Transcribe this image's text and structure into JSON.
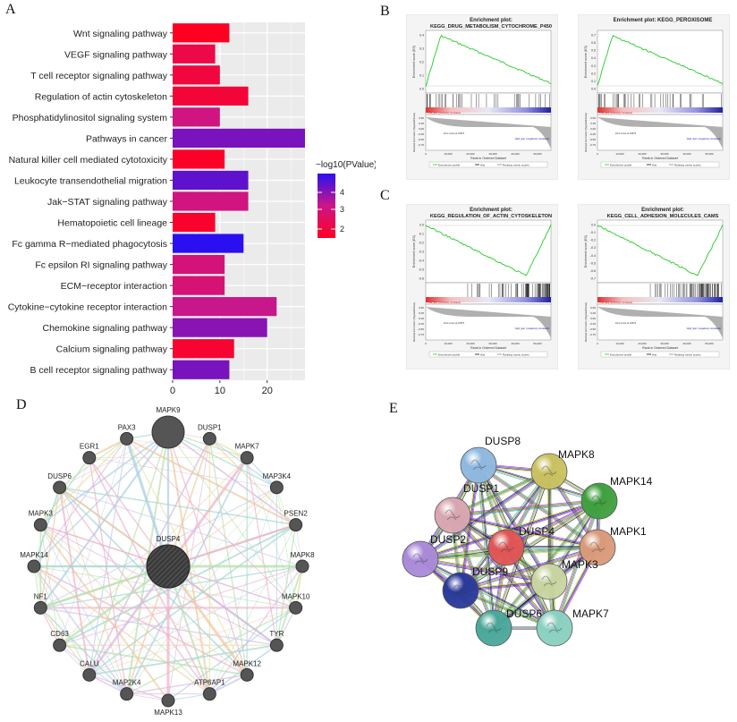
{
  "panel_labels": {
    "A": "A",
    "B": "B",
    "C": "C",
    "D": "D",
    "E": "E"
  },
  "chart_data": [
    {
      "type": "bar",
      "panel": "A",
      "orientation": "horizontal",
      "categories": [
        "Wnt signaling pathway",
        "VEGF signaling pathway",
        "T cell receptor signaling pathway",
        "Regulation of actin cytoskeleton",
        "Phosphatidylinositol signaling system",
        "Pathways in cancer",
        "Natural killer cell mediated cytotoxicity",
        "Leukocyte transendothelial migration",
        "Jak−STAT signaling pathway",
        "Hematopoietic cell lineage",
        "Fc gamma R−mediated phagocytosis",
        "Fc epsilon RI signaling pathway",
        "ECM−receptor interaction",
        "Cytokine−cytokine receptor interaction",
        "Chemokine signaling pathway",
        "Calcium signaling pathway",
        "B cell receptor signaling pathway"
      ],
      "values": [
        12,
        9,
        10,
        16,
        10,
        28,
        11,
        16,
        16,
        9,
        15,
        11,
        11,
        22,
        20,
        13,
        12
      ],
      "color_values": [
        1.5,
        2.2,
        2.0,
        1.9,
        3.2,
        4.3,
        1.6,
        4.6,
        3.2,
        1.7,
        5.2,
        3.1,
        3.0,
        3.4,
        4.1,
        1.8,
        4.3
      ],
      "xticks": [
        "0",
        "10",
        "20"
      ],
      "xlim": [
        0,
        28
      ],
      "legend_title": "−log10(PValue)",
      "legend_ticks": [
        "4",
        "3",
        "2"
      ],
      "color_low": "#ff0000",
      "color_high": "#0000ff",
      "grid": true
    },
    {
      "type": "line",
      "panel": "B",
      "title_line1": "Enrichment plot:",
      "title_line2": "KEGG_DRUG_METABOLISM_CYTOCHROME_P450",
      "es_ticks": [
        "0.4",
        "0.3",
        "0.2",
        "0.1",
        "0.0"
      ],
      "curve": "up"
    },
    {
      "type": "line",
      "panel": "B",
      "title_line1": "Enrichment plot: KEGG_PEROXISOME",
      "title_line2": "",
      "es_ticks": [
        "0.7",
        "0.6",
        "0.5",
        "0.4",
        "0.3",
        "0.2",
        "0.1",
        "0.0"
      ],
      "curve": "up"
    },
    {
      "type": "line",
      "panel": "C",
      "title_line1": "Enrichment plot:",
      "title_line2": "KEGG_REGULATION_OF_ACTIN_CYTOSKELETON",
      "es_ticks": [
        "0.0",
        "-0.1",
        "-0.2",
        "-0.3",
        "-0.4",
        "-0.5",
        "-0.6"
      ],
      "curve": "down"
    },
    {
      "type": "line",
      "panel": "C",
      "title_line1": "Enrichment plot:",
      "title_line2": "KEGG_CELL_ADHESION_MOLECULES_CAMS",
      "es_ticks": [
        "0.0",
        "-0.1",
        "-0.2",
        "-0.3",
        "-0.4",
        "-0.5",
        "-0.6",
        "-0.7"
      ],
      "curve": "down"
    }
  ],
  "gsea_common": {
    "es_axis_label": "Enrichment score (ES)",
    "rank_axis_label": "Ranked list metric (Signal2Noise)",
    "x_axis_label": "Rank in Ordered Dataset",
    "x_ticks": [
      "0",
      "10,000",
      "20,000",
      "30,000",
      "40,000",
      "50,000"
    ],
    "rank_ticks": [
      "0.50",
      "0.25",
      "0.00",
      "-0.25",
      "-0.50",
      "-0.75"
    ],
    "pos_label": "'Low_Exp' (positively correlated)",
    "neg_label": "'High_Exp' (negatively correlated)",
    "zero_cross": "Zero cross at 16576",
    "legend": [
      "Enrichment profile",
      "Hits",
      "Ranking metric scores"
    ],
    "curve_color": "#22cc22"
  },
  "network_d": {
    "center": "DUSP4",
    "nodes": [
      "MAPK9",
      "DUSP1",
      "MAPK7",
      "MAP3K4",
      "PSEN2",
      "MAPK8",
      "MAPK10",
      "TYR",
      "MAPK12",
      "ATP6AP1",
      "MAPK13",
      "MAP2K4",
      "CALU",
      "CD63",
      "NF1",
      "MAPK14",
      "MAPK3",
      "DUSP6",
      "EGR1",
      "PAX3"
    ]
  },
  "network_e": {
    "nodes": [
      {
        "id": "DUSP8",
        "color": "#8fb8e0"
      },
      {
        "id": "MAPK8",
        "color": "#c9c160"
      },
      {
        "id": "MAPK14",
        "color": "#3fa03f"
      },
      {
        "id": "DUSP1",
        "color": "#d8a6b0"
      },
      {
        "id": "DUSP4",
        "color": "#e05555"
      },
      {
        "id": "MAPK1",
        "color": "#d99a7a"
      },
      {
        "id": "DUSP2",
        "color": "#a98ad8"
      },
      {
        "id": "MAPK3",
        "color": "#c8d4a0"
      },
      {
        "id": "DUSP9",
        "color": "#2a3a9a"
      },
      {
        "id": "DUSP6",
        "color": "#4aa89a"
      },
      {
        "id": "MAPK7",
        "color": "#8ad0c0"
      }
    ]
  }
}
